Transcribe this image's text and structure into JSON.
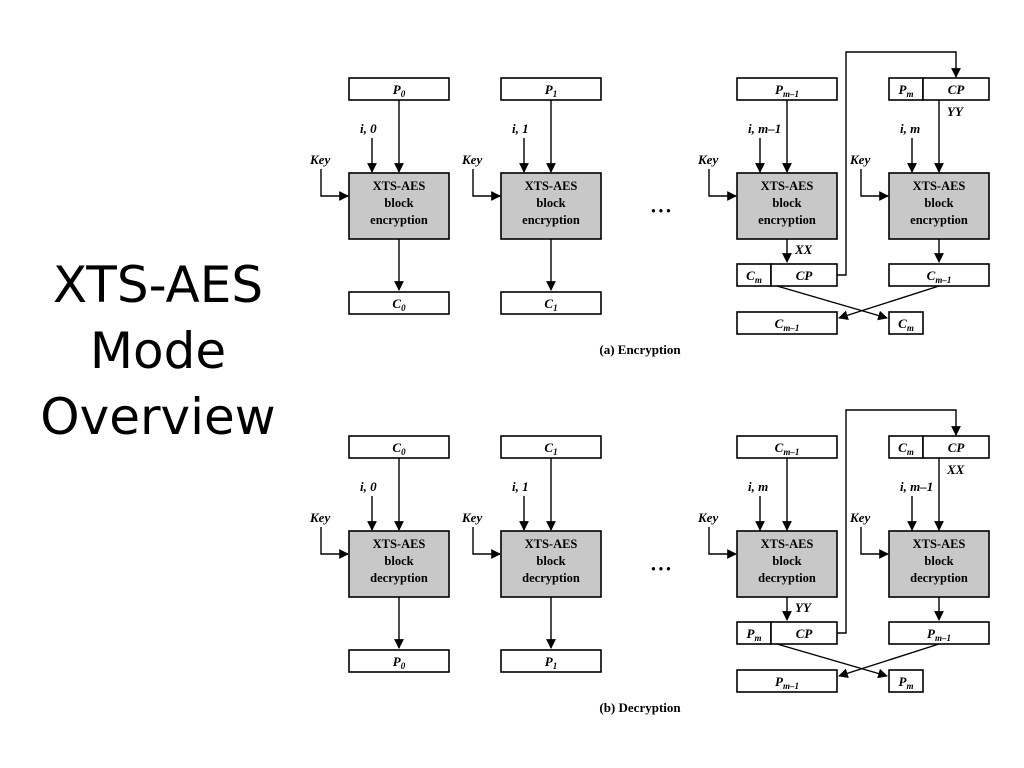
{
  "slide": {
    "title_lines": [
      "XTS-AES",
      "Mode",
      "Overview"
    ]
  },
  "sections": [
    {
      "caption": "(a) Encryption",
      "op_lines": [
        "XTS-AES",
        "block",
        "encryption"
      ],
      "key_label": "Key",
      "ellipsis": "• • •",
      "inputs": [
        {
          "base": "P",
          "sub": "0"
        },
        {
          "base": "P",
          "sub": "1"
        },
        {
          "base": "P",
          "sub": "m–1"
        }
      ],
      "outputs": [
        {
          "base": "C",
          "sub": "0"
        },
        {
          "base": "C",
          "sub": "1"
        }
      ],
      "tweaks": [
        {
          "i": "i",
          "rest": ", 0"
        },
        {
          "i": "i",
          "rest": ", 1"
        },
        {
          "i": "i",
          "rest": ", m–1"
        },
        {
          "i": "i",
          "rest": ", m"
        }
      ],
      "last_input": {
        "left_base": "P",
        "left_sub": "m",
        "right": "CP"
      },
      "mid_split": {
        "left_base": "C",
        "left_sub": "m",
        "right": "CP"
      },
      "mid_label": "XX",
      "top_label": "YY",
      "last_output": {
        "base": "C",
        "sub": "m–1"
      },
      "final_left": {
        "base": "C",
        "sub": "m–1"
      },
      "final_right": {
        "base": "C",
        "sub": "m"
      }
    },
    {
      "caption": "(b) Decryption",
      "op_lines": [
        "XTS-AES",
        "block",
        "decryption"
      ],
      "key_label": "Key",
      "ellipsis": "• • •",
      "inputs": [
        {
          "base": "C",
          "sub": "0"
        },
        {
          "base": "C",
          "sub": "1"
        },
        {
          "base": "C",
          "sub": "m–1"
        }
      ],
      "outputs": [
        {
          "base": "P",
          "sub": "0"
        },
        {
          "base": "P",
          "sub": "1"
        }
      ],
      "tweaks": [
        {
          "i": "i",
          "rest": ", 0"
        },
        {
          "i": "i",
          "rest": ", 1"
        },
        {
          "i": "i",
          "rest": ", m"
        },
        {
          "i": "i",
          "rest": ", m–1"
        }
      ],
      "last_input": {
        "left_base": "C",
        "left_sub": "m",
        "right": "CP"
      },
      "mid_split": {
        "left_base": "P",
        "left_sub": "m",
        "right": "CP"
      },
      "mid_label": "YY",
      "top_label": "XX",
      "last_output": {
        "base": "P",
        "sub": "m–1"
      },
      "final_left": {
        "base": "P",
        "sub": "m–1"
      },
      "final_right": {
        "base": "P",
        "sub": "m"
      }
    }
  ]
}
